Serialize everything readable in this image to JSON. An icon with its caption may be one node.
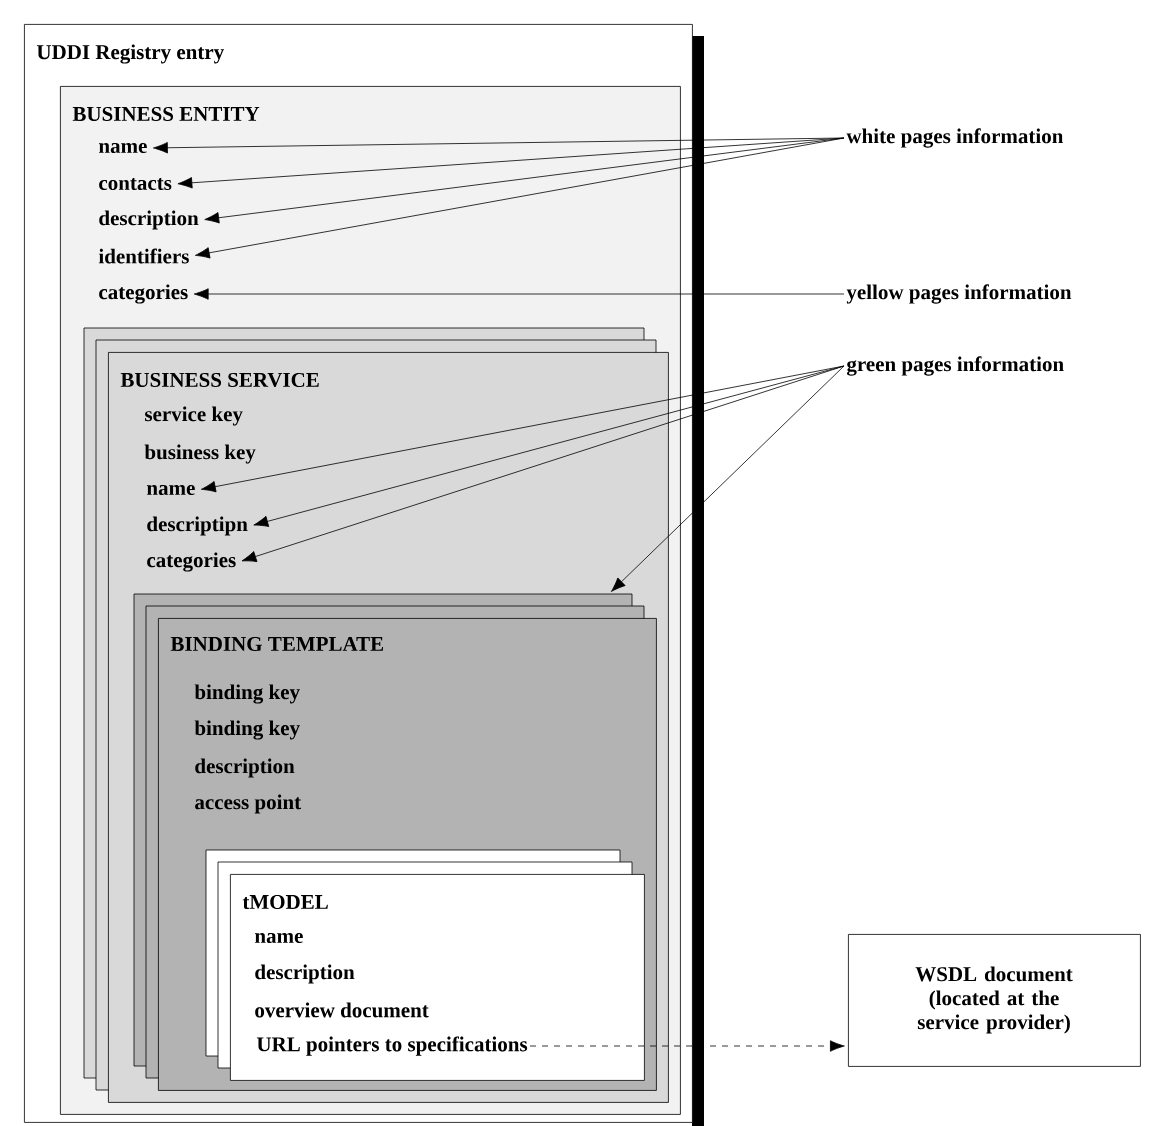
{
  "diagram": {
    "nodes": [
      {
        "text": [
          "UDDI Registry entry"
        ]
      },
      {
        "text": [
          "BUSINESS ENTITY"
        ],
        "in": 0
      },
      {
        "text": [
          "name"
        ],
        "in": 1
      },
      {
        "text": [
          "contacts"
        ],
        "in": 1
      },
      {
        "text": [
          "description"
        ],
        "in": 1
      },
      {
        "text": [
          "identifiers"
        ],
        "in": 1
      },
      {
        "text": [
          "categories"
        ],
        "in": 1
      },
      {
        "text": [
          "white pages information"
        ]
      },
      {
        "text": [
          "yellow pages information"
        ]
      },
      {
        "text": [
          "green pages information"
        ]
      },
      {
        "text": [
          "BUSINESS SERVICE",
          "service key",
          "business key"
        ],
        "in": 1
      },
      {
        "text": [
          "name"
        ],
        "in": 10
      },
      {
        "text": [
          "descriptipn"
        ],
        "in": 10
      },
      {
        "text": [
          "categories"
        ],
        "in": 10
      },
      {
        "text": [
          "BINDING TEMPLATE",
          "binding key",
          "binding key",
          "description",
          "access point"
        ],
        "in": 10
      },
      {
        "text": [
          "tMODEL",
          "name",
          "description",
          "overview document"
        ],
        "in": 14
      },
      {
        "text": [
          "URL pointers to specifications"
        ],
        "in": 15
      },
      {
        "text": [
          "WSDL document (located at the service provider)"
        ]
      }
    ],
    "edges": [
      {
        "from": 7,
        "to": 2,
        "arrow": "to"
      },
      {
        "from": 7,
        "to": 3,
        "arrow": "to"
      },
      {
        "from": 7,
        "to": 4,
        "arrow": "to"
      },
      {
        "from": 7,
        "to": 5,
        "arrow": "to"
      },
      {
        "from": 8,
        "to": 6,
        "arrow": "to"
      },
      {
        "from": 9,
        "to": 11,
        "arrow": "to"
      },
      {
        "from": 9,
        "to": 12,
        "arrow": "to"
      },
      {
        "from": 9,
        "to": 13,
        "arrow": "to"
      },
      {
        "from": 9,
        "to": 14,
        "arrow": "to"
      },
      {
        "from": 16,
        "to": 17,
        "arrow": "to",
        "style": "dashed"
      }
    ]
  }
}
